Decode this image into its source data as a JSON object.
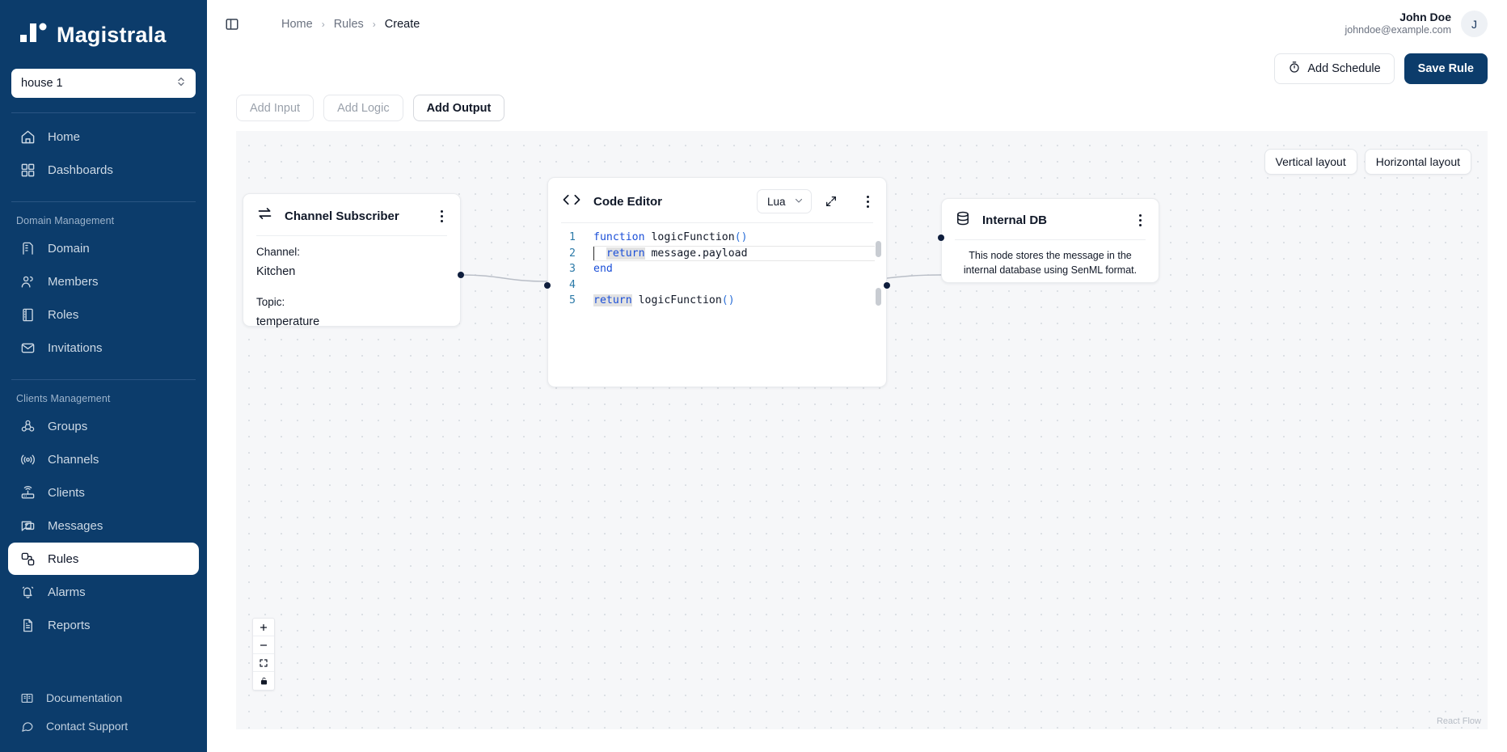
{
  "sidebar": {
    "brand": "Magistrala",
    "domain_selector": {
      "value": "house 1",
      "icon": "chevron-updown-icon"
    },
    "main_items": [
      {
        "label": "Home",
        "icon": "home-icon"
      },
      {
        "label": "Dashboards",
        "icon": "dashboards-icon"
      }
    ],
    "groups": [
      {
        "caption": "Domain Management",
        "items": [
          {
            "label": "Domain",
            "icon": "building-icon"
          },
          {
            "label": "Members",
            "icon": "users-icon"
          },
          {
            "label": "Roles",
            "icon": "book-icon"
          },
          {
            "label": "Invitations",
            "icon": "envelope-icon"
          }
        ]
      },
      {
        "caption": "Clients Management",
        "items": [
          {
            "label": "Groups",
            "icon": "groups-icon"
          },
          {
            "label": "Channels",
            "icon": "broadcast-icon"
          },
          {
            "label": "Clients",
            "icon": "router-icon"
          },
          {
            "label": "Messages",
            "icon": "message-icon"
          },
          {
            "label": "Rules",
            "icon": "rules-icon",
            "active": true
          },
          {
            "label": "Alarms",
            "icon": "bell-icon"
          },
          {
            "label": "Reports",
            "icon": "report-icon"
          }
        ]
      }
    ],
    "bottom_items": [
      {
        "label": "Documentation",
        "icon": "book-open-icon"
      },
      {
        "label": "Contact Support",
        "icon": "chat-icon"
      }
    ]
  },
  "topbar": {
    "panel_toggle_icon": "sidebar-toggle-icon",
    "breadcrumb": [
      "Home",
      "Rules",
      "Create"
    ],
    "breadcrumb_separator": "›",
    "user": {
      "name": "John Doe",
      "email": "johndoe@example.com",
      "initial": "J"
    }
  },
  "actions": {
    "add_schedule": {
      "label": "Add Schedule",
      "icon": "timer-icon"
    },
    "save_rule": {
      "label": "Save Rule"
    }
  },
  "tabs": [
    {
      "label": "Add Input",
      "active": false
    },
    {
      "label": "Add Logic",
      "active": false
    },
    {
      "label": "Add Output",
      "active": true
    }
  ],
  "canvas": {
    "layout_buttons": [
      {
        "label": "Vertical layout"
      },
      {
        "label": "Horizontal layout"
      }
    ],
    "attribution": "React Flow",
    "controls": [
      {
        "name": "zoom-in",
        "glyph": "+"
      },
      {
        "name": "zoom-out",
        "glyph": "−"
      },
      {
        "name": "fit-view",
        "glyph": "fit"
      },
      {
        "name": "lock",
        "glyph": "lock"
      }
    ]
  },
  "nodes": {
    "channel_subscriber": {
      "title": "Channel Subscriber",
      "icon": "exchange-arrows-icon",
      "fields": [
        {
          "label": "Channel:",
          "value": "Kitchen"
        },
        {
          "label": "Topic:",
          "value": "temperature"
        }
      ]
    },
    "code_editor": {
      "title": "Code Editor",
      "icon": "code-brackets-icon",
      "language": "Lua",
      "expand_icon": "expand-icon",
      "code_lines": [
        {
          "n": "1",
          "tokens": [
            {
              "t": "function",
              "c": "k-fn"
            },
            {
              "t": " logicFunction",
              "c": ""
            },
            {
              "t": "()",
              "c": "paren"
            }
          ]
        },
        {
          "n": "2",
          "tokens": [
            {
              "t": "  ",
              "c": ""
            },
            {
              "t": "return",
              "c": "k-ret"
            },
            {
              "t": " message.payload",
              "c": ""
            }
          ]
        },
        {
          "n": "3",
          "tokens": [
            {
              "t": "end",
              "c": "k-end"
            }
          ]
        },
        {
          "n": "4",
          "tokens": []
        },
        {
          "n": "5",
          "tokens": [
            {
              "t": "return",
              "c": "k-ret"
            },
            {
              "t": " logicFunction",
              "c": ""
            },
            {
              "t": "()",
              "c": "paren"
            }
          ]
        }
      ]
    },
    "internal_db": {
      "title": "Internal DB",
      "icon": "database-icon",
      "description": "This node stores the message in the internal database using SenML format."
    }
  },
  "colors": {
    "sidebar_bg": "#0c3c6b",
    "primary": "#0c3c6b",
    "canvas_bg": "#f6f7f9",
    "keyword": "#1b4fd8",
    "line_number": "#2c7aa8",
    "handle": "#0f1e3d"
  }
}
